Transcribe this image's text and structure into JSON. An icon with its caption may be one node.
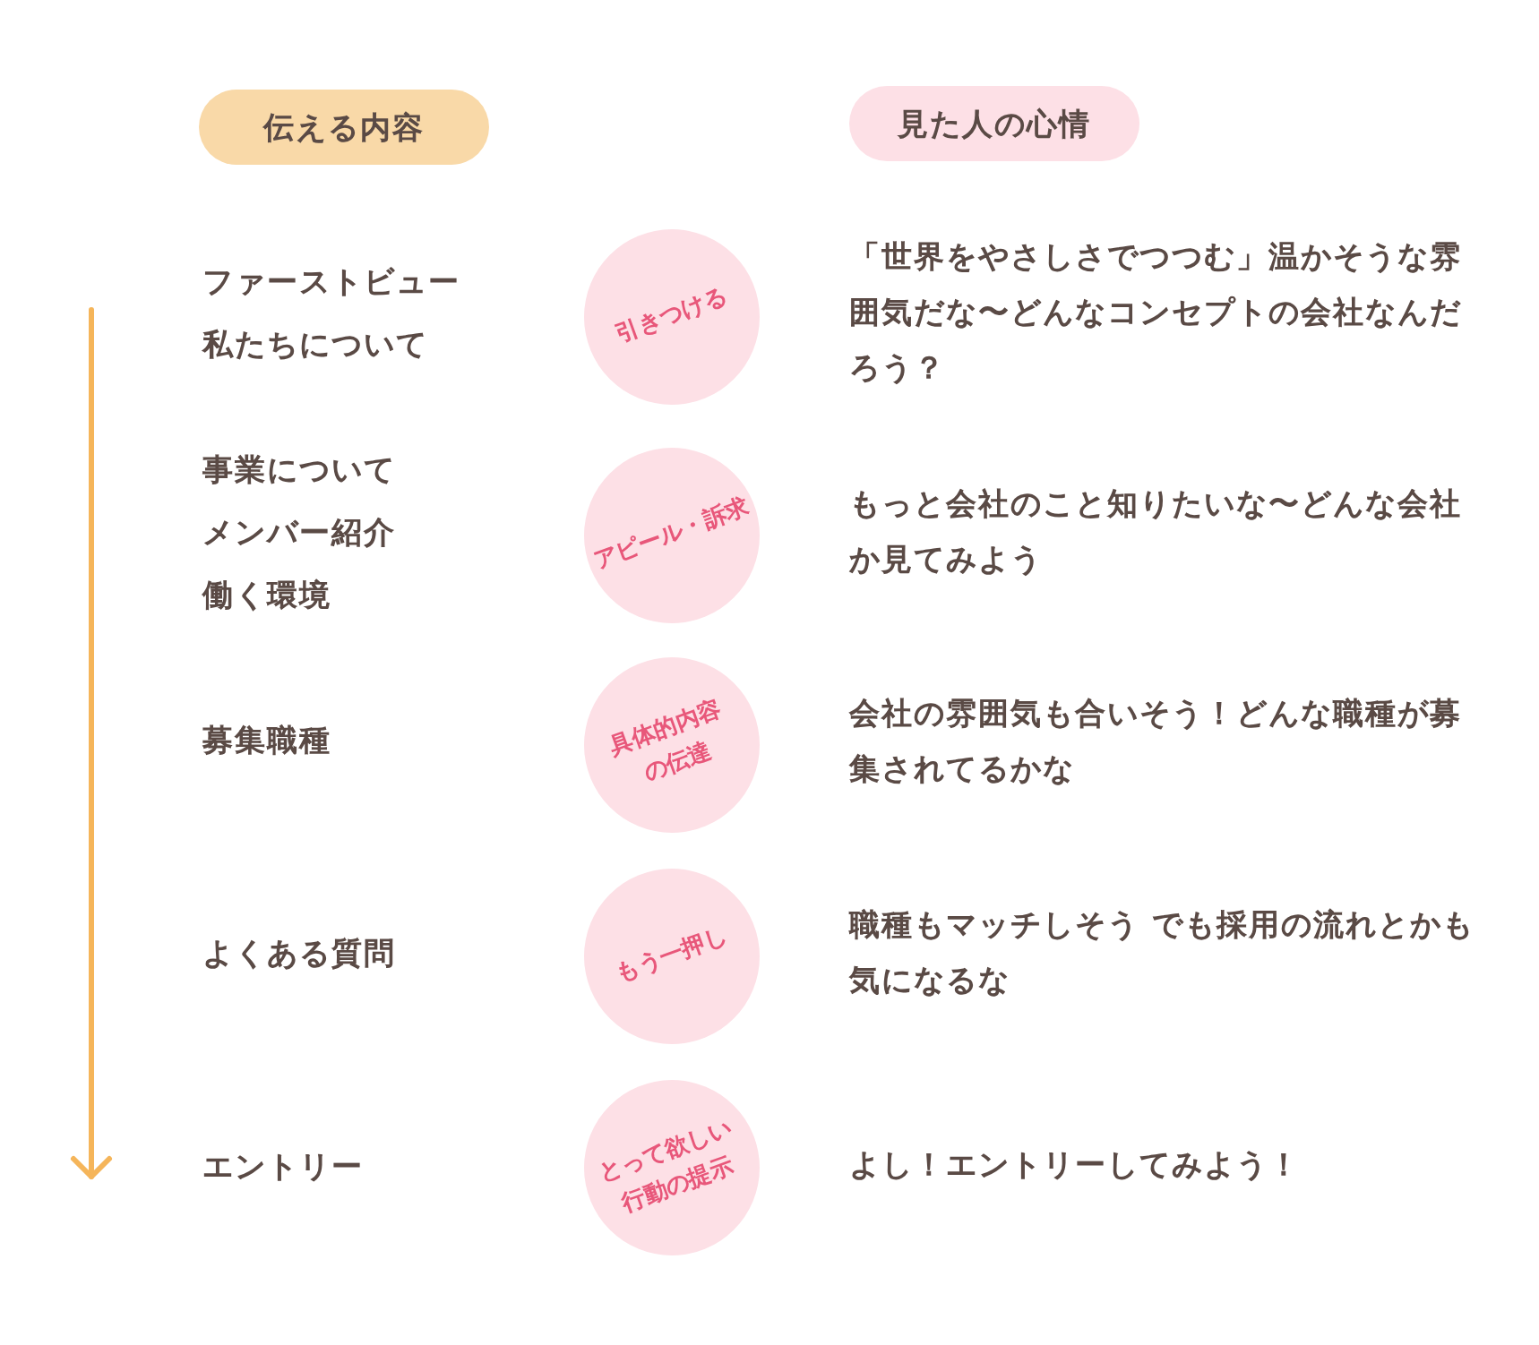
{
  "diagram": {
    "nodes": [
      {
        "text": [
          "伝える内容"
        ]
      },
      {
        "text": [
          "見た人の心情"
        ]
      },
      {
        "text": [
          "引きつける"
        ]
      },
      {
        "text": [
          "アピール・訴求"
        ]
      },
      {
        "text": [
          "具体的内容の伝達"
        ]
      },
      {
        "text": [
          "もう一押し"
        ]
      },
      {
        "text": [
          "とって欲しい行動の提示"
        ]
      }
    ],
    "labels": [
      "ファーストビュー",
      "私たちについて",
      "「世界をやさしさでつつむ」温かそうな雰囲気だな〜どんなコンセプトの会社なんだろう？",
      "事業について",
      "メンバー紹介",
      "働く環境",
      "もっと会社のこと知りたいな〜どんな会社か見てみよう",
      "募集職種",
      "会社の雰囲気も合いそう！どんな職種が募集されてるかな",
      "よくある質問",
      "職種もマッチしそう でも採用の流れとかも気になるな",
      "エントリー",
      "よし！エントリーしてみよう！"
    ]
  }
}
